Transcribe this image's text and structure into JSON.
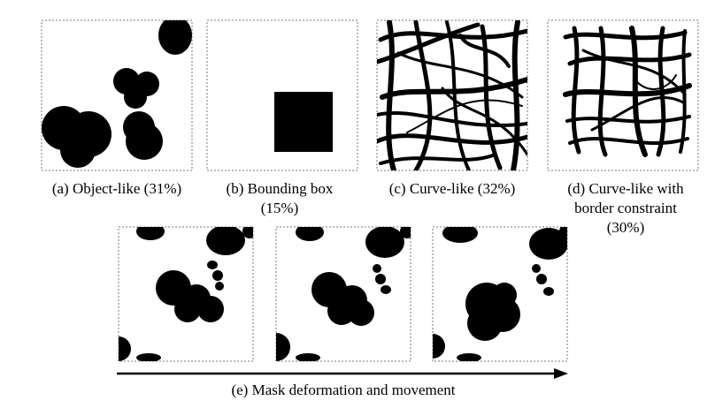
{
  "panels": {
    "a": {
      "caption": "(a) Object-like (31%)"
    },
    "b": {
      "caption_line1": "(b) Bounding box",
      "caption_line2": "(15%)"
    },
    "c": {
      "caption": "(c) Curve-like (32%)"
    },
    "d": {
      "caption_line1": "(d) Curve-like with",
      "caption_line2": "border constraint",
      "caption_line3": "(30%)"
    },
    "e": {
      "caption": "(e) Mask deformation and movement"
    }
  },
  "colors": {
    "mask": "#000000",
    "background": "#ffffff",
    "frame": "#777777"
  }
}
